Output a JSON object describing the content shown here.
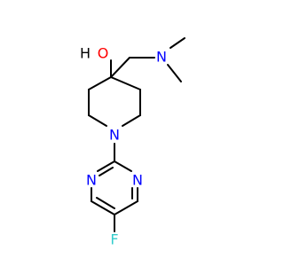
{
  "atoms": {
    "hydroxyl_h": {
      "text": "H",
      "color": "#000000"
    },
    "hydroxyl_o": {
      "text": "O",
      "color": "#ff0000"
    },
    "amine_n": {
      "text": "N",
      "color": "#0000ff"
    },
    "ring_n": {
      "text": "N",
      "color": "#0000ff"
    },
    "pyrimidine_n_left": {
      "text": "N",
      "color": "#0000ff"
    },
    "pyrimidine_n_right": {
      "text": "N",
      "color": "#0000ff"
    },
    "fluorine": {
      "text": "F",
      "color": "#33cccc"
    }
  }
}
